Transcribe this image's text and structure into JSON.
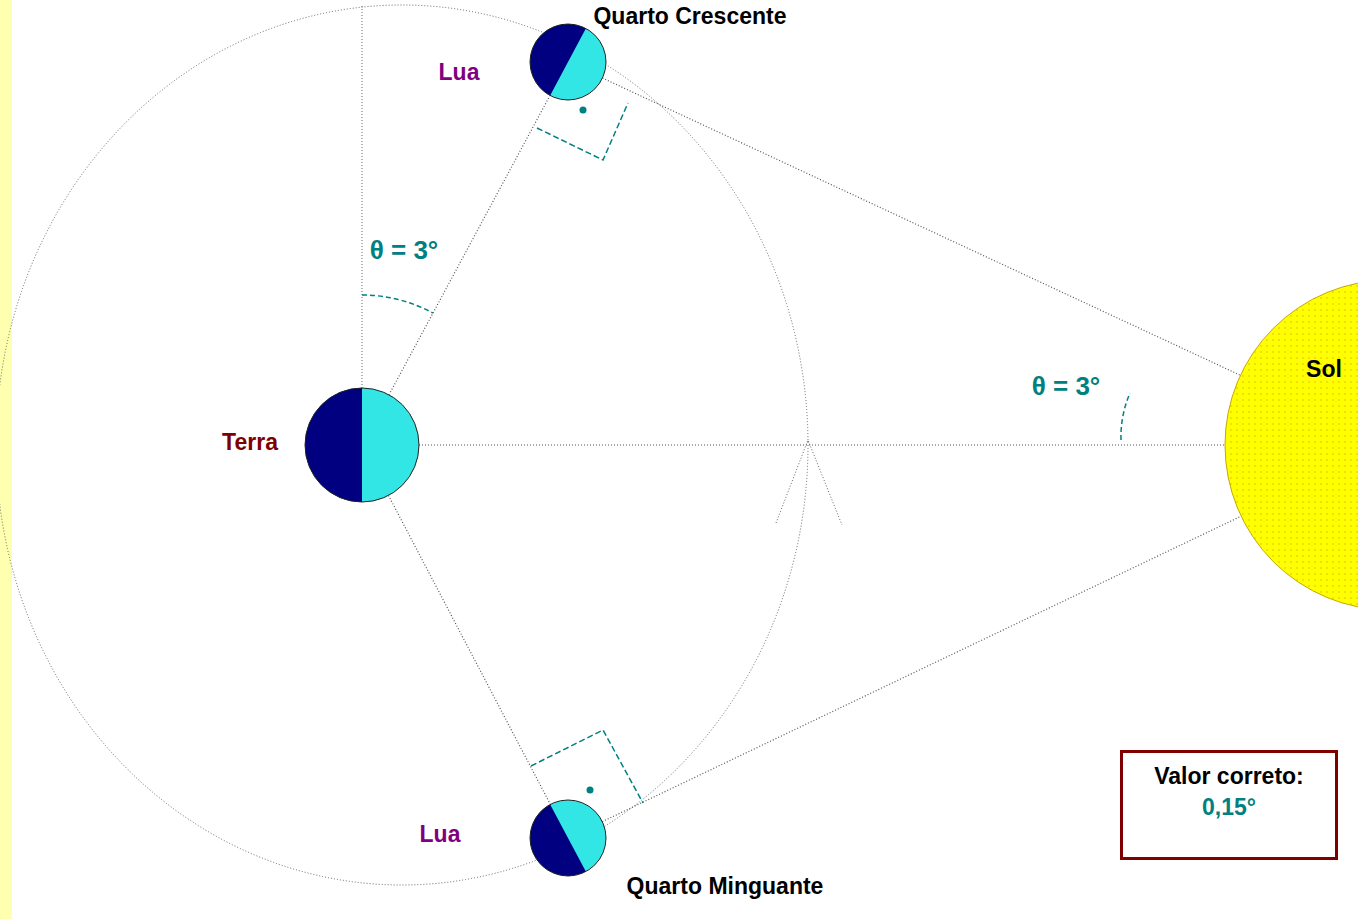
{
  "diagram": {
    "nodes": [
      {
        "text": [
          "Lua",
          "Quarto Crescente"
        ]
      },
      {
        "text": [
          "Terra"
        ]
      },
      {
        "text": [
          "Sol"
        ]
      },
      {
        "text": [
          "Lua",
          "Quarto Minguante"
        ]
      },
      {
        "text": [
          "Valor correto:",
          "0,15°"
        ]
      }
    ],
    "edges": [
      {
        "from": 1,
        "to": 0,
        "arrow": "none"
      },
      {
        "from": 0,
        "to": 2,
        "arrow": "none"
      },
      {
        "from": 1,
        "to": 2,
        "arrow": "none"
      },
      {
        "from": 1,
        "to": 3,
        "arrow": "none"
      },
      {
        "from": 3,
        "to": 2,
        "arrow": "none"
      }
    ],
    "labels": [
      "θ = 3°",
      "θ = 3°"
    ]
  }
}
